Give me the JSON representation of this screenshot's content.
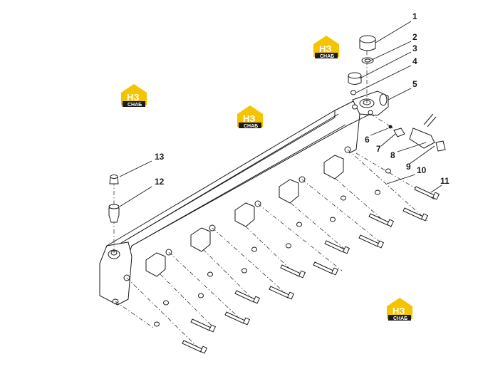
{
  "callouts": {
    "c1": "1",
    "c2": "2",
    "c3": "3",
    "c4": "4",
    "c5": "5",
    "c6": "6",
    "c7": "7",
    "c8": "8",
    "c9": "9",
    "c10": "10",
    "c11": "11",
    "c12": "12",
    "c13": "13"
  },
  "watermark": {
    "mark": "НЗ",
    "text": "СНАБ",
    "color_yellow": "#f5c400",
    "color_dark": "#1a1a1a"
  }
}
